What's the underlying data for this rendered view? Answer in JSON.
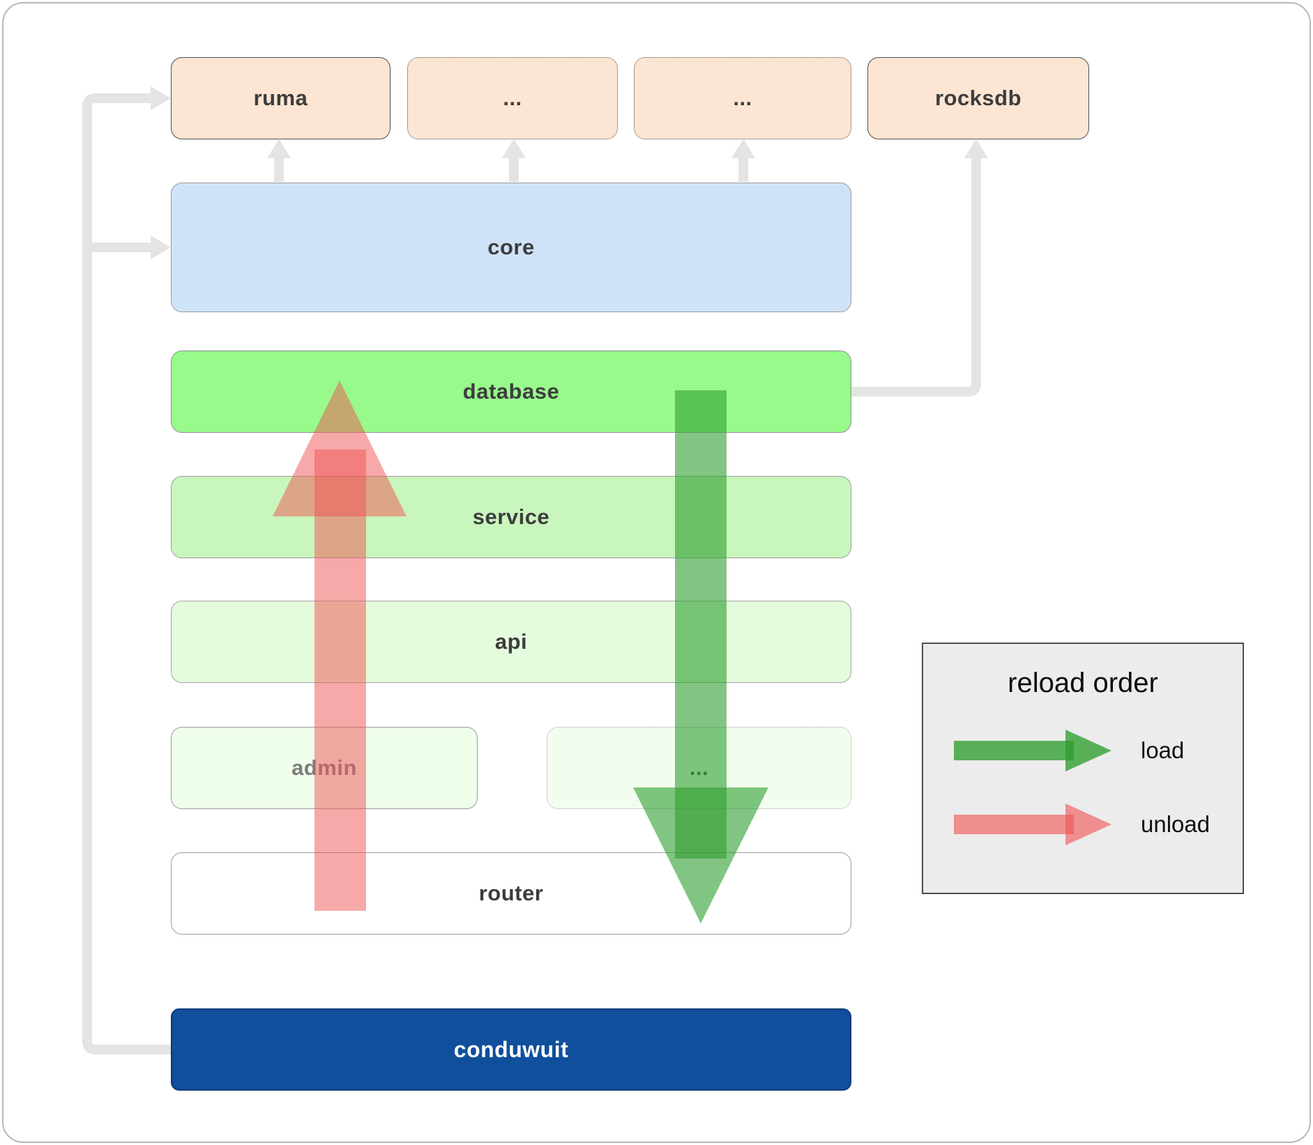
{
  "boxes": {
    "ruma": "ruma",
    "dots_top_1": "...",
    "dots_top_2": "...",
    "rocksdb": "rocksdb",
    "core": "core",
    "database": "database",
    "service": "service",
    "api": "api",
    "admin": "admin",
    "dots_mid": "...",
    "router": "router",
    "conduwuit": "conduwuit"
  },
  "legend": {
    "title": "reload order",
    "load_label": "load",
    "unload_label": "unload"
  },
  "colors": {
    "load_arrow": "#2e9e2e",
    "unload_arrow": "#f05454",
    "connector": "#e4e4e4",
    "box_peach": "#fce5d2",
    "box_core_blue": "#cfe3f8",
    "box_database_green": "#98fa8b",
    "box_service_green": "#c9f6bd",
    "box_api_green": "#e4fbdd",
    "box_admin_green": "#effdeb",
    "box_conduwuit_blue": "#0f4f9b"
  }
}
